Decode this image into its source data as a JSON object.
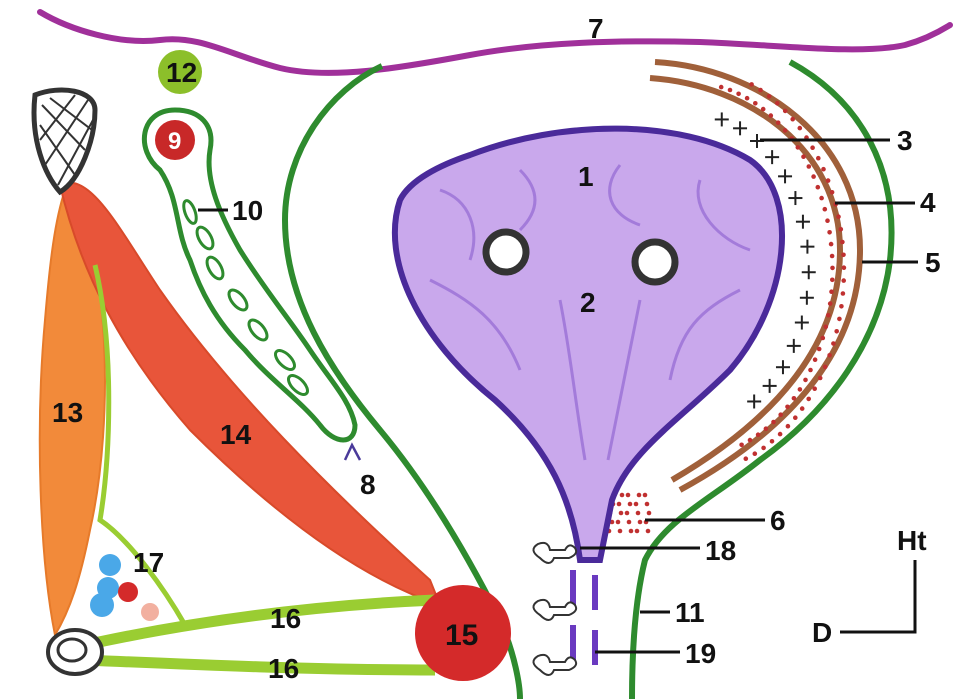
{
  "diagram": {
    "labels": {
      "l1": "1",
      "l2": "2",
      "l3": "3",
      "l4": "4",
      "l5": "5",
      "l6": "6",
      "l7": "7",
      "l8": "8",
      "l9": "9",
      "l10": "10",
      "l11": "11",
      "l12": "12",
      "l13": "13",
      "l14": "14",
      "l15": "15",
      "l16a": "16",
      "l16b": "16",
      "l17": "17",
      "l18": "18",
      "l19": "19"
    },
    "orientation": {
      "up": "Ht",
      "left": "D"
    },
    "colors": {
      "peritoneum": "#a0309a",
      "fascia": "#2e8b2e",
      "bladder_wall": "#4a2a9a",
      "bladder_fill": "#c9a8ec",
      "prostate_layer": "#a0603a",
      "dots": "#c03030",
      "muscle_13": "#f28a3a",
      "muscle_14": "#e8553a",
      "ligament": "#9acd32",
      "node_15": "#d42a2a",
      "node_12": "#8cbf2a",
      "node_9": "#c82828"
    }
  }
}
